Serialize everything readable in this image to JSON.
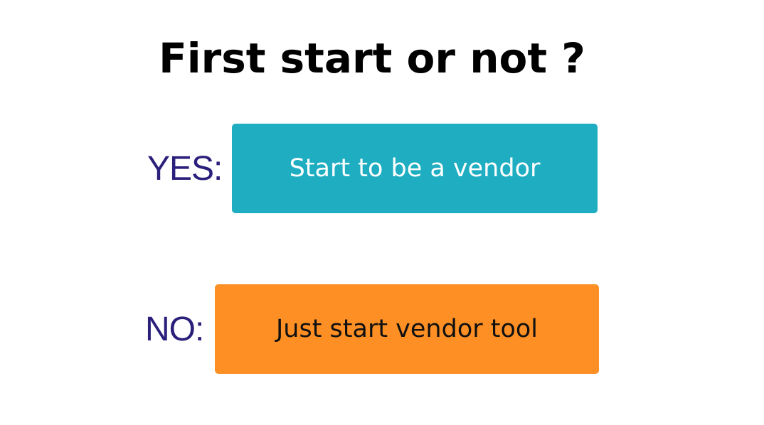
{
  "title": "First start or not ?",
  "options": {
    "yes": {
      "label": "YES:",
      "button_label": "Start to be a vendor"
    },
    "no": {
      "label": "NO:",
      "button_label": "Just start vendor tool"
    }
  },
  "colors": {
    "label_text": "#2a1f7a",
    "yes_button_bg": "#1eadc1",
    "yes_button_text": "#ffffff",
    "no_button_bg": "#fd8f24",
    "no_button_text": "#111111"
  }
}
